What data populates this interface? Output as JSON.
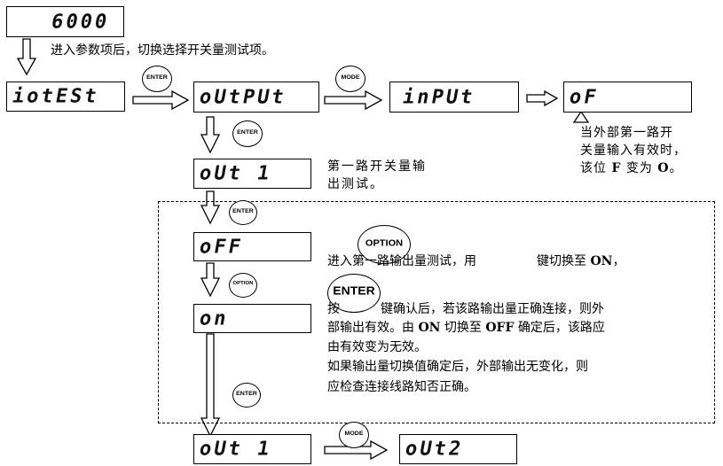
{
  "displays": {
    "d6000": "6000",
    "iotest": "iotESt",
    "output": "oUtPUt",
    "input": "inPUt",
    "of": "oF",
    "out1": "oUt 1",
    "off": "oFF",
    "on": "on",
    "out1b": "oUt 1",
    "out2": "oUt2"
  },
  "buttons": {
    "enter": "ENTER",
    "mode": "MODE",
    "option": "OPTION"
  },
  "texts": {
    "t1": "进入参数项后，切换选择开关量测试项。",
    "input_note_1": "当外部第一路开",
    "input_note_2a": "关量输入有效时，",
    "input_note_3a": "该位 ",
    "input_note_3b": "F",
    "input_note_3c": " 变为 ",
    "input_note_3d": "O",
    "input_note_3e": "。",
    "out1_note_1": "第一路开关量输",
    "out1_note_2": "出测试。",
    "p1a": "进入第一路输出量测试，用",
    "p1b": "键切换至 ",
    "p1c": "ON",
    "p1d": "，",
    "p2a": "按",
    "p2b": "键确认后，若该路输出量正确连接，则外",
    "p3a": "部输出有效。由 ",
    "p3b": "ON",
    "p3c": " 切换至 ",
    "p3d": "OFF",
    "p3e": " 确定后，该路应",
    "p4": "由有效变为无效。",
    "p5": "如果输出量切换值确定后，外部输出无变化，则",
    "p6": "应检查连接线路知否正确。"
  }
}
